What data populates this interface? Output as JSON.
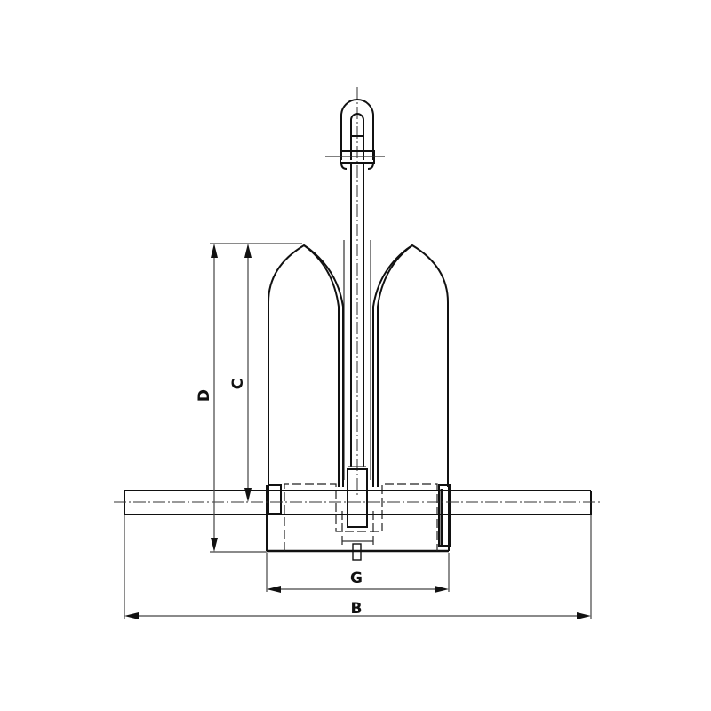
{
  "drawing": {
    "subject": "Anchor technical drawing (front view)",
    "labels": {
      "B": "B",
      "C": "C",
      "D": "D",
      "G": "G"
    },
    "colors": {
      "background": "#ffffff",
      "line": "#111111"
    }
  }
}
